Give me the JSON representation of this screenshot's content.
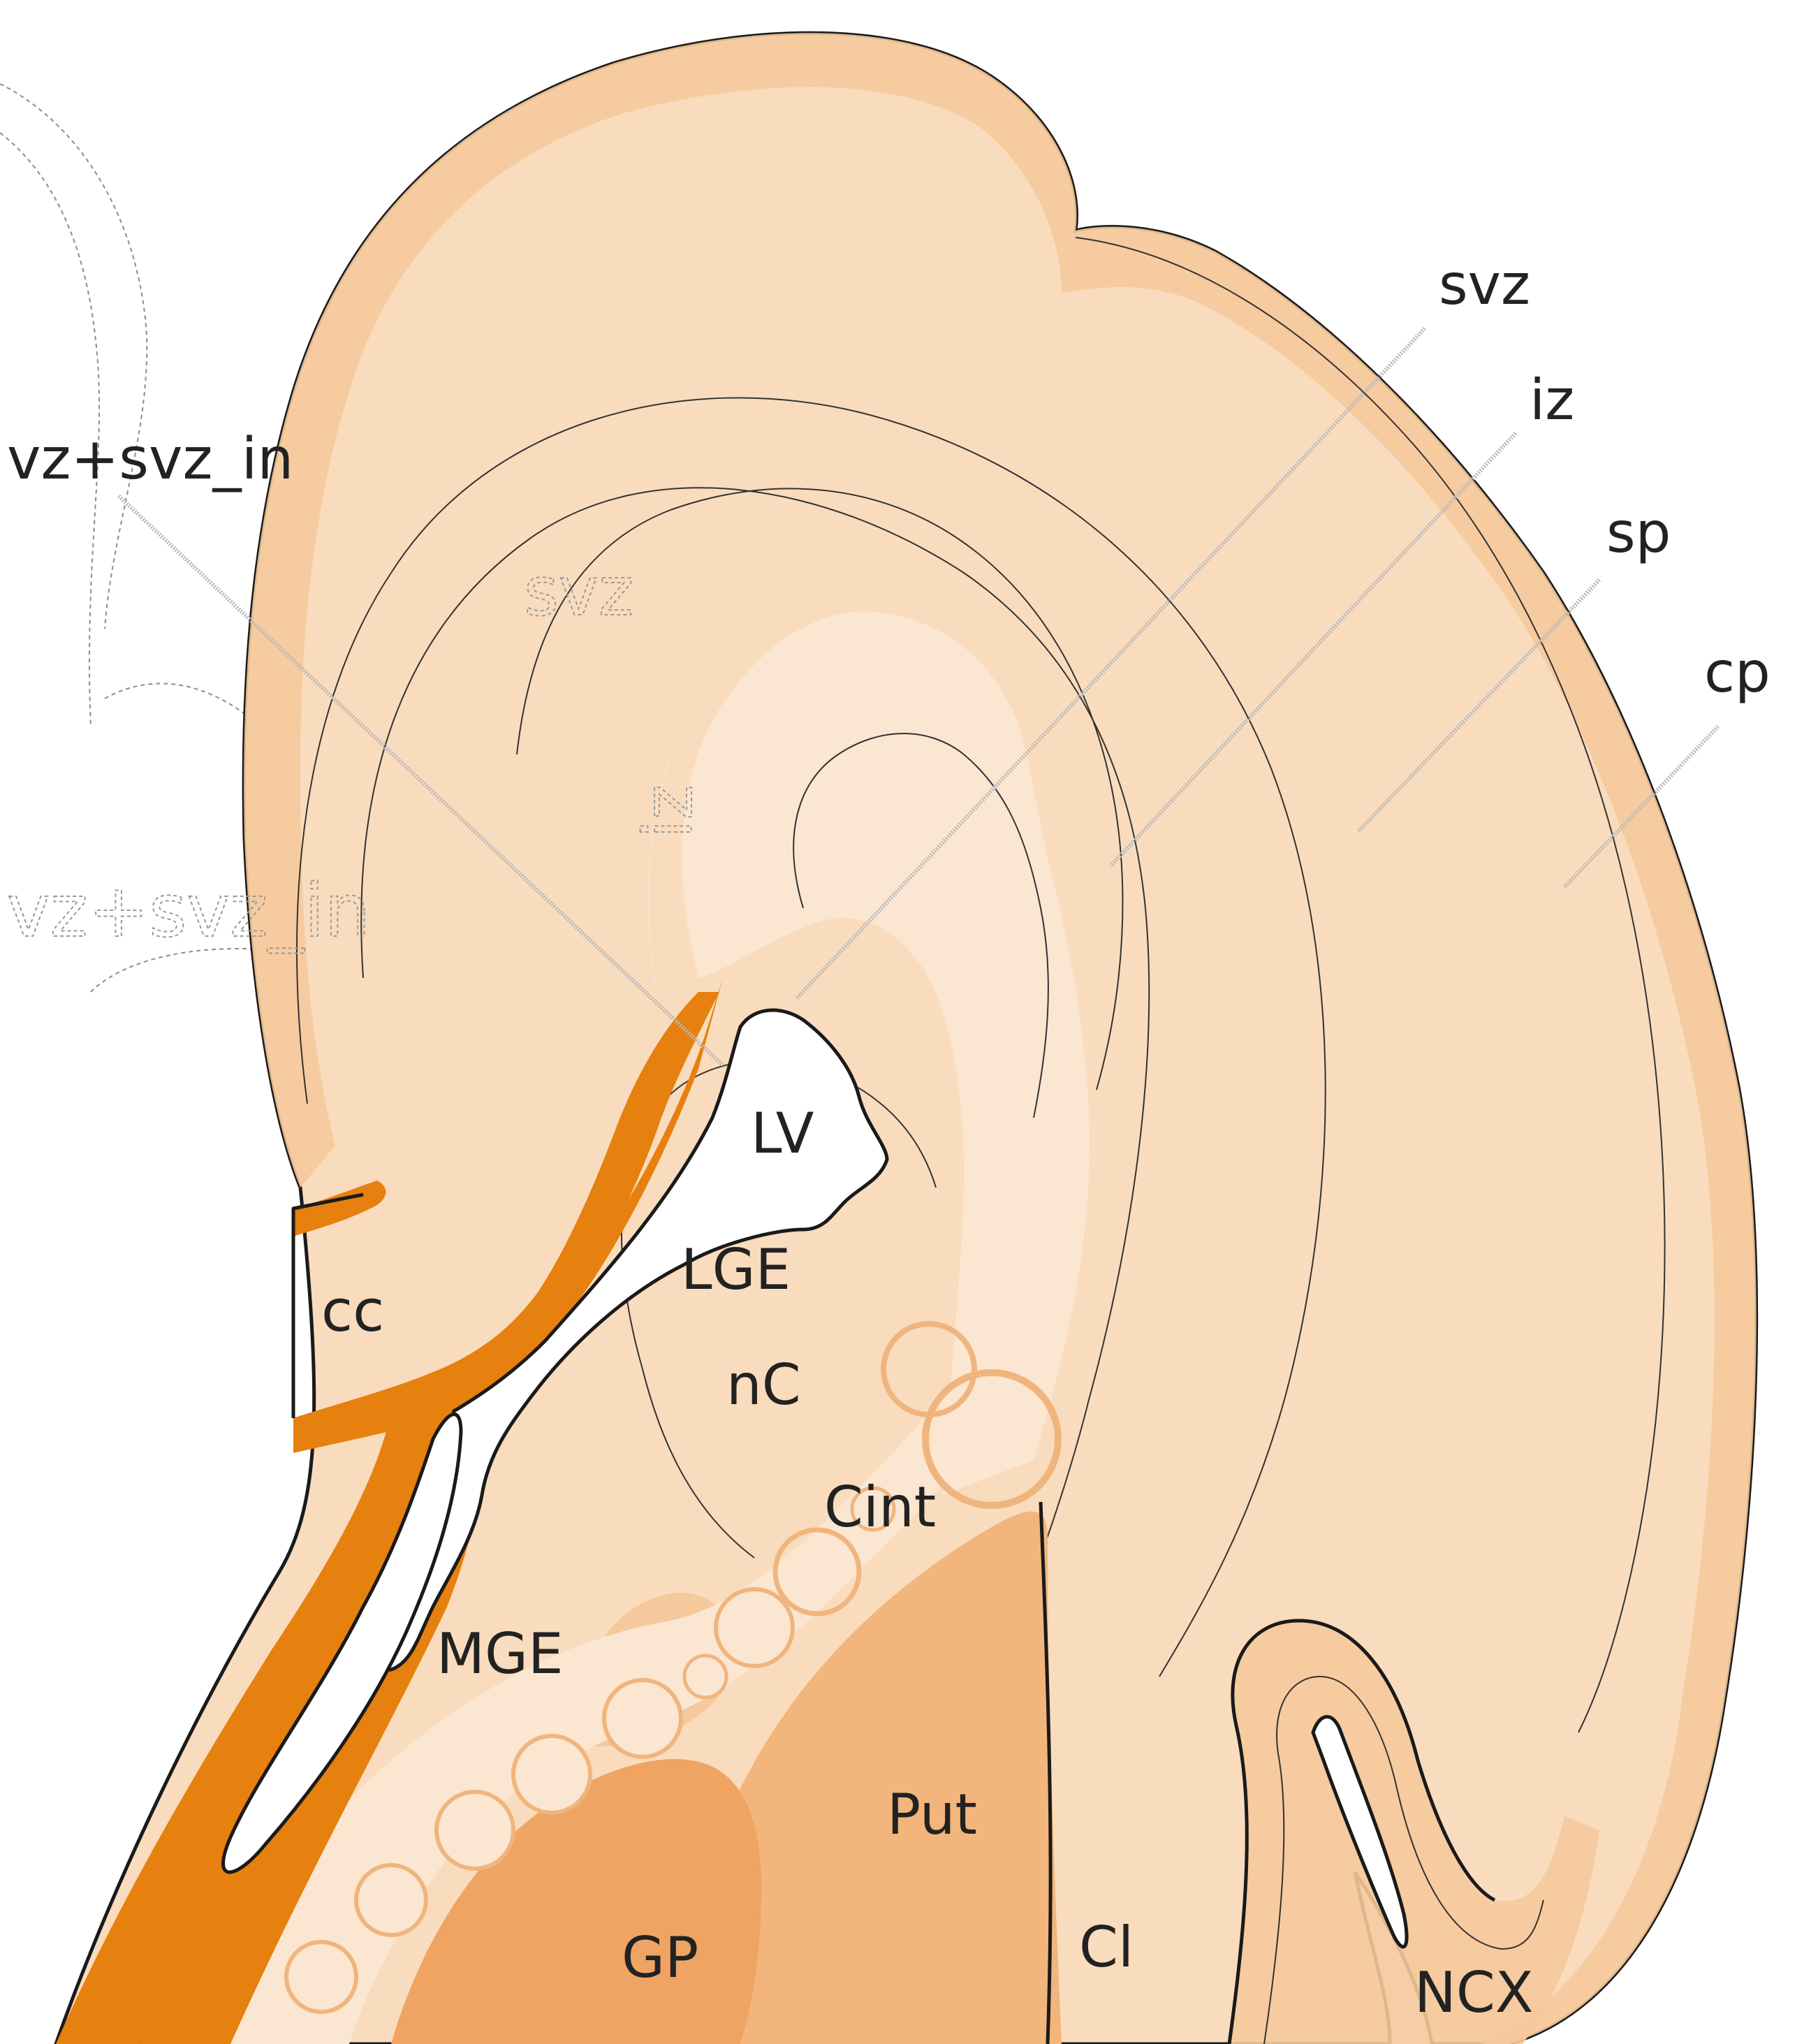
{
  "colors": {
    "tissue": "#f9dcbd",
    "cortical_plate": "#f5c99b",
    "deep_zone": "#fbe6d2",
    "putamen": "#f2b57b",
    "globus_pallidus": "#efa463",
    "ventricular_zone": "#e6800e",
    "outline": "#1a1a1a"
  },
  "labels": {
    "svz": "svz",
    "iz": "iz",
    "sp": "sp",
    "cp": "cp",
    "vz_svz_in": "vz+svz_in",
    "lv": "LV",
    "cc": "cc",
    "lge": "LGE",
    "nc": "nC",
    "cint": "Cint",
    "mge": "MGE",
    "put": "Put",
    "gp": "GP",
    "cl": "Cl",
    "ncx": "NCX"
  },
  "ghost_labels": {
    "svz": "svz",
    "iz": "iz",
    "vz_svz_in": "vz+svz_in"
  }
}
